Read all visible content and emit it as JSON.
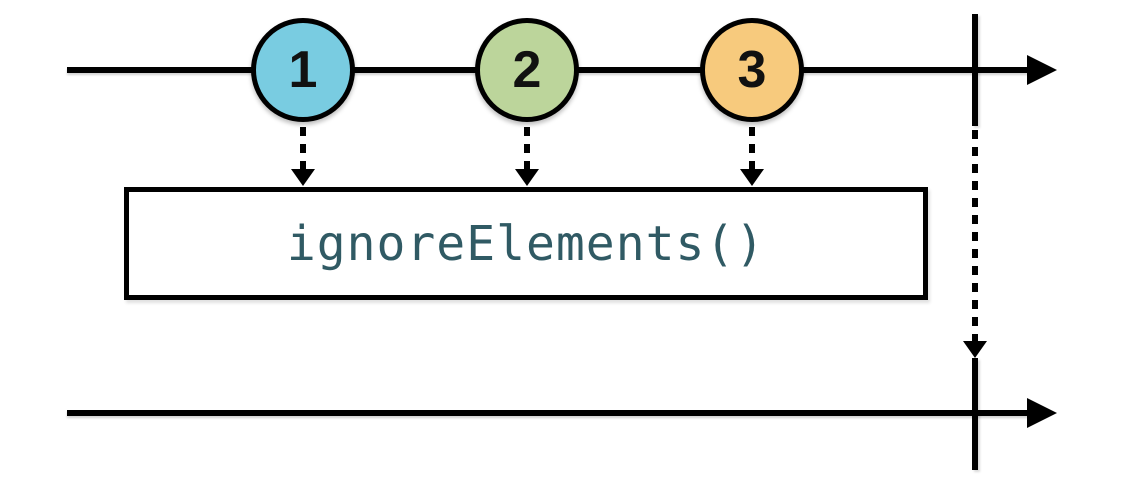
{
  "diagram": {
    "kind": "marble-diagram",
    "operator": {
      "label": "ignoreElements()",
      "text_color": "#305A64"
    },
    "source_stream": {
      "description": "input observable emitting three items then completing",
      "marbles": [
        {
          "label": "1",
          "fill": "#79CCE1"
        },
        {
          "label": "2",
          "fill": "#BCD59B"
        },
        {
          "label": "3",
          "fill": "#F7CA7D"
        }
      ],
      "completed": true
    },
    "output_stream": {
      "description": "output observable emitting no items, only completion",
      "marbles": [],
      "completed": true
    },
    "colors": {
      "line": "#000000",
      "marble_border": "#000000",
      "background": "#FFFFFF"
    }
  }
}
